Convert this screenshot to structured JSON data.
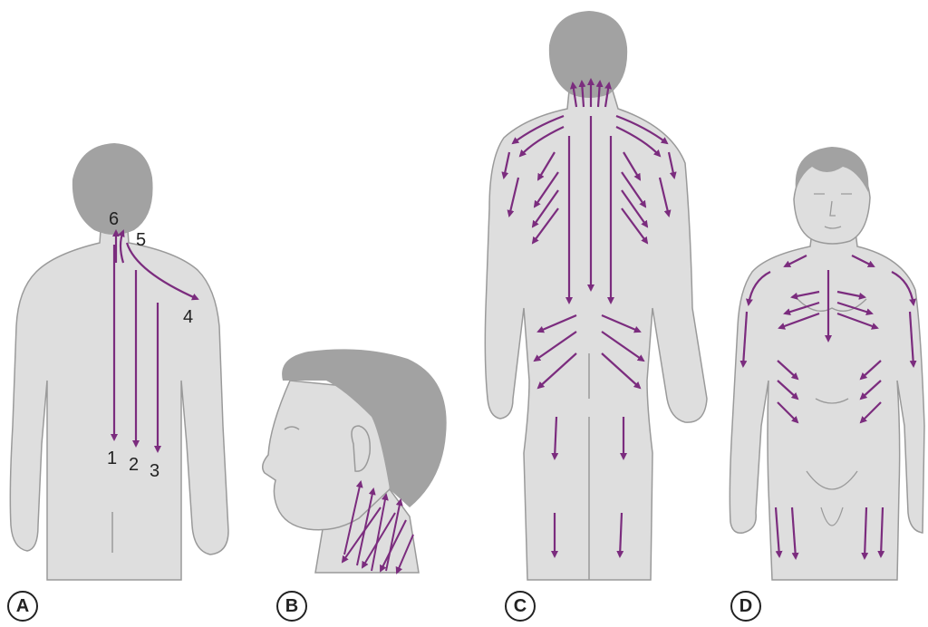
{
  "colors": {
    "skin": "#dedede",
    "outline": "#9a9a9a",
    "hair": "#a2a2a2",
    "arrow": "#7b2c7e",
    "text": "#222222"
  },
  "panels": [
    {
      "label": "A",
      "view": "back",
      "numbers": [
        "1",
        "2",
        "3",
        "4",
        "5",
        "6"
      ]
    },
    {
      "label": "B",
      "view": "head-side"
    },
    {
      "label": "C",
      "view": "back"
    },
    {
      "label": "D",
      "view": "front"
    }
  ]
}
